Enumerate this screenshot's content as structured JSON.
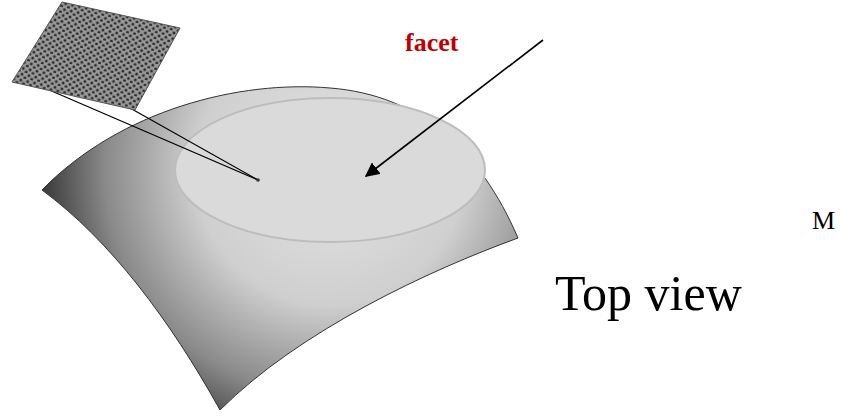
{
  "diagram": {
    "labels": [
      "facet",
      "M",
      "Top view"
    ]
  }
}
